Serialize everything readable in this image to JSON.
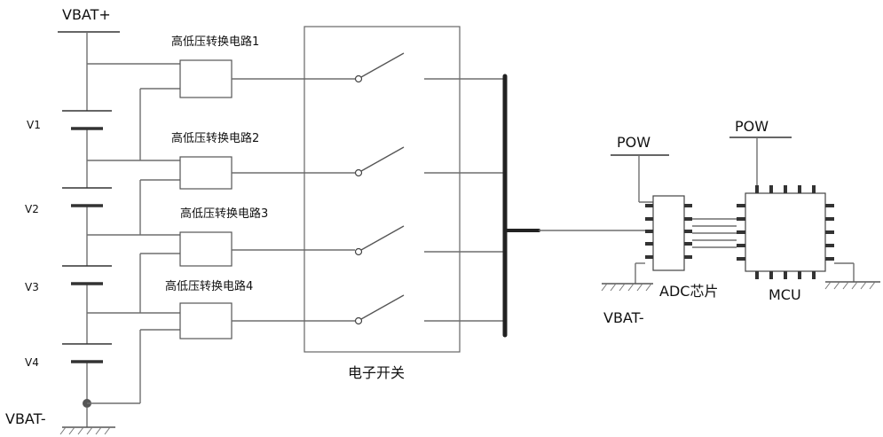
{
  "labels": {
    "vbat_plus": "VBAT+",
    "vbat_minus_left": "VBAT-",
    "vbat_minus_right": "VBAT-",
    "cells": [
      "V1",
      "V2",
      "V3",
      "V4"
    ],
    "converters": [
      "高低压转换电路1",
      "高低压转换电路2",
      "高低压转换电路3",
      "高低压转换电路4"
    ],
    "switch_block": "电子开关",
    "pow_adc": "POW",
    "pow_mcu": "POW",
    "adc_chip": "ADC芯片",
    "mcu": "MCU"
  }
}
